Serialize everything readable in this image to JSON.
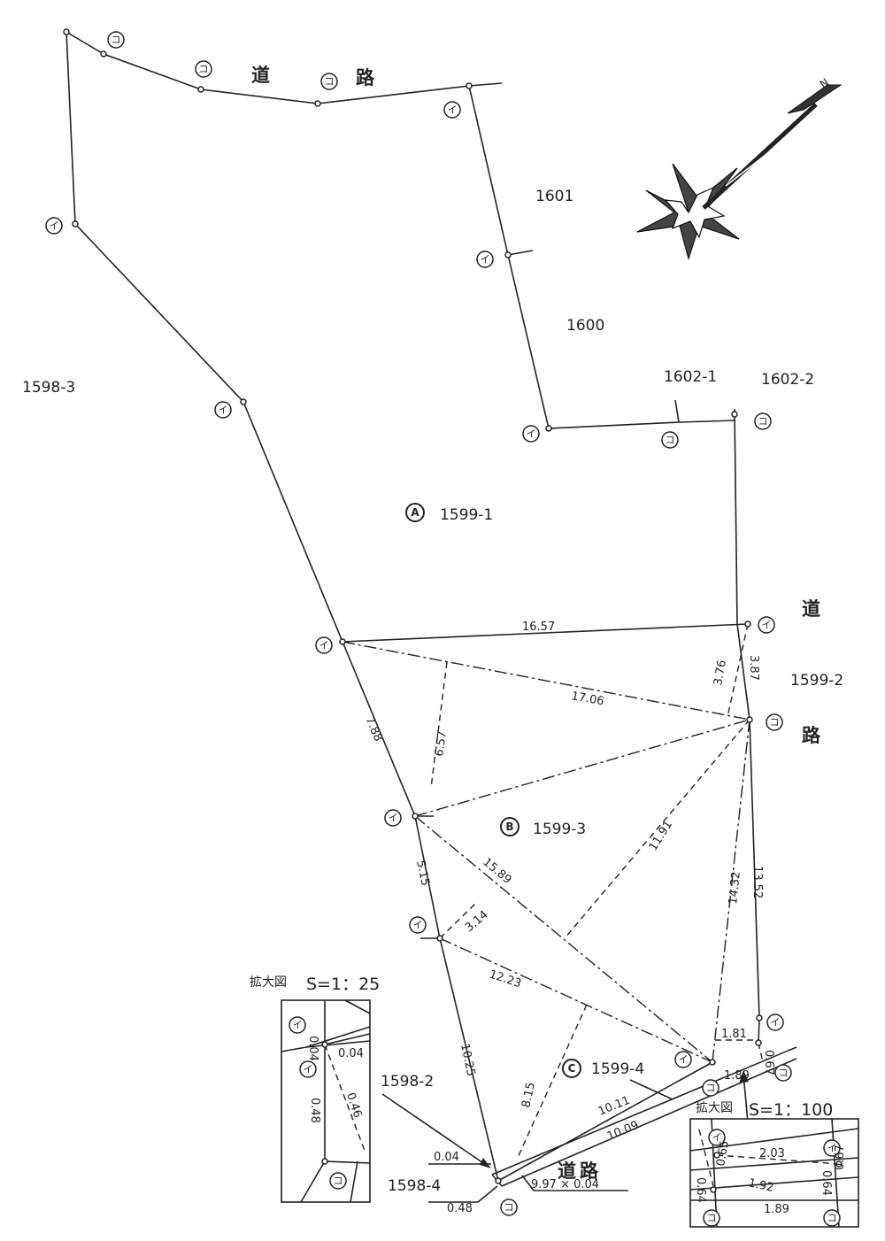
{
  "parcels": {
    "p1601": "1601",
    "p1600": "1600",
    "p1598_3": "1598-3",
    "p1602_1": "1602-1",
    "p1602_2": "1602-2",
    "p1599_1": "1599-1",
    "p1599_2": "1599-2",
    "p1599_3": "1599-3",
    "p1599_4": "1599-4",
    "p1598_2": "1598-2",
    "p1598_4": "1598-4"
  },
  "area_badges": {
    "a": "A",
    "b": "B",
    "c": "C"
  },
  "road_chars": {
    "do": "道",
    "ro": "路"
  },
  "marker_chars": {
    "i": "イ",
    "ko": "コ"
  },
  "dimensions": {
    "d16_57": "16.57",
    "d17_06": "17.06",
    "d3_76": "3.76",
    "d3_87": "3.87",
    "d7_88": "7.88",
    "d6_57": "6.57",
    "d11_91": "11.91",
    "d15_89": "15.89",
    "d14_32": "14.32",
    "d13_52": "13.52",
    "d5_15": "5.15",
    "d3_14": "3.14",
    "d12_23": "12.23",
    "d10_25": "10.25",
    "d8_15": "8.15",
    "d1_81": "1.81",
    "d0_67": "0.67",
    "d1_89": "1.89",
    "d10_11": "10.11",
    "d10_09": "10.09",
    "d0_04": "0.04",
    "d0_48": "0.48",
    "d9_97": "9.97 × 0.04"
  },
  "inset_left": {
    "title": "拡大図",
    "scale": "S=1：25",
    "dims": {
      "a": "0.04",
      "b": "0.04",
      "c": "0.48",
      "d": "0.46"
    }
  },
  "inset_right": {
    "title": "拡大図",
    "scale": "S=1：100",
    "dims": {
      "a": "2.03",
      "b": "0.65",
      "c": "1.92",
      "d": "0.64",
      "e": "0.64",
      "f": "0.67",
      "g": "1.89"
    }
  },
  "compass": {
    "north_label": "N"
  }
}
